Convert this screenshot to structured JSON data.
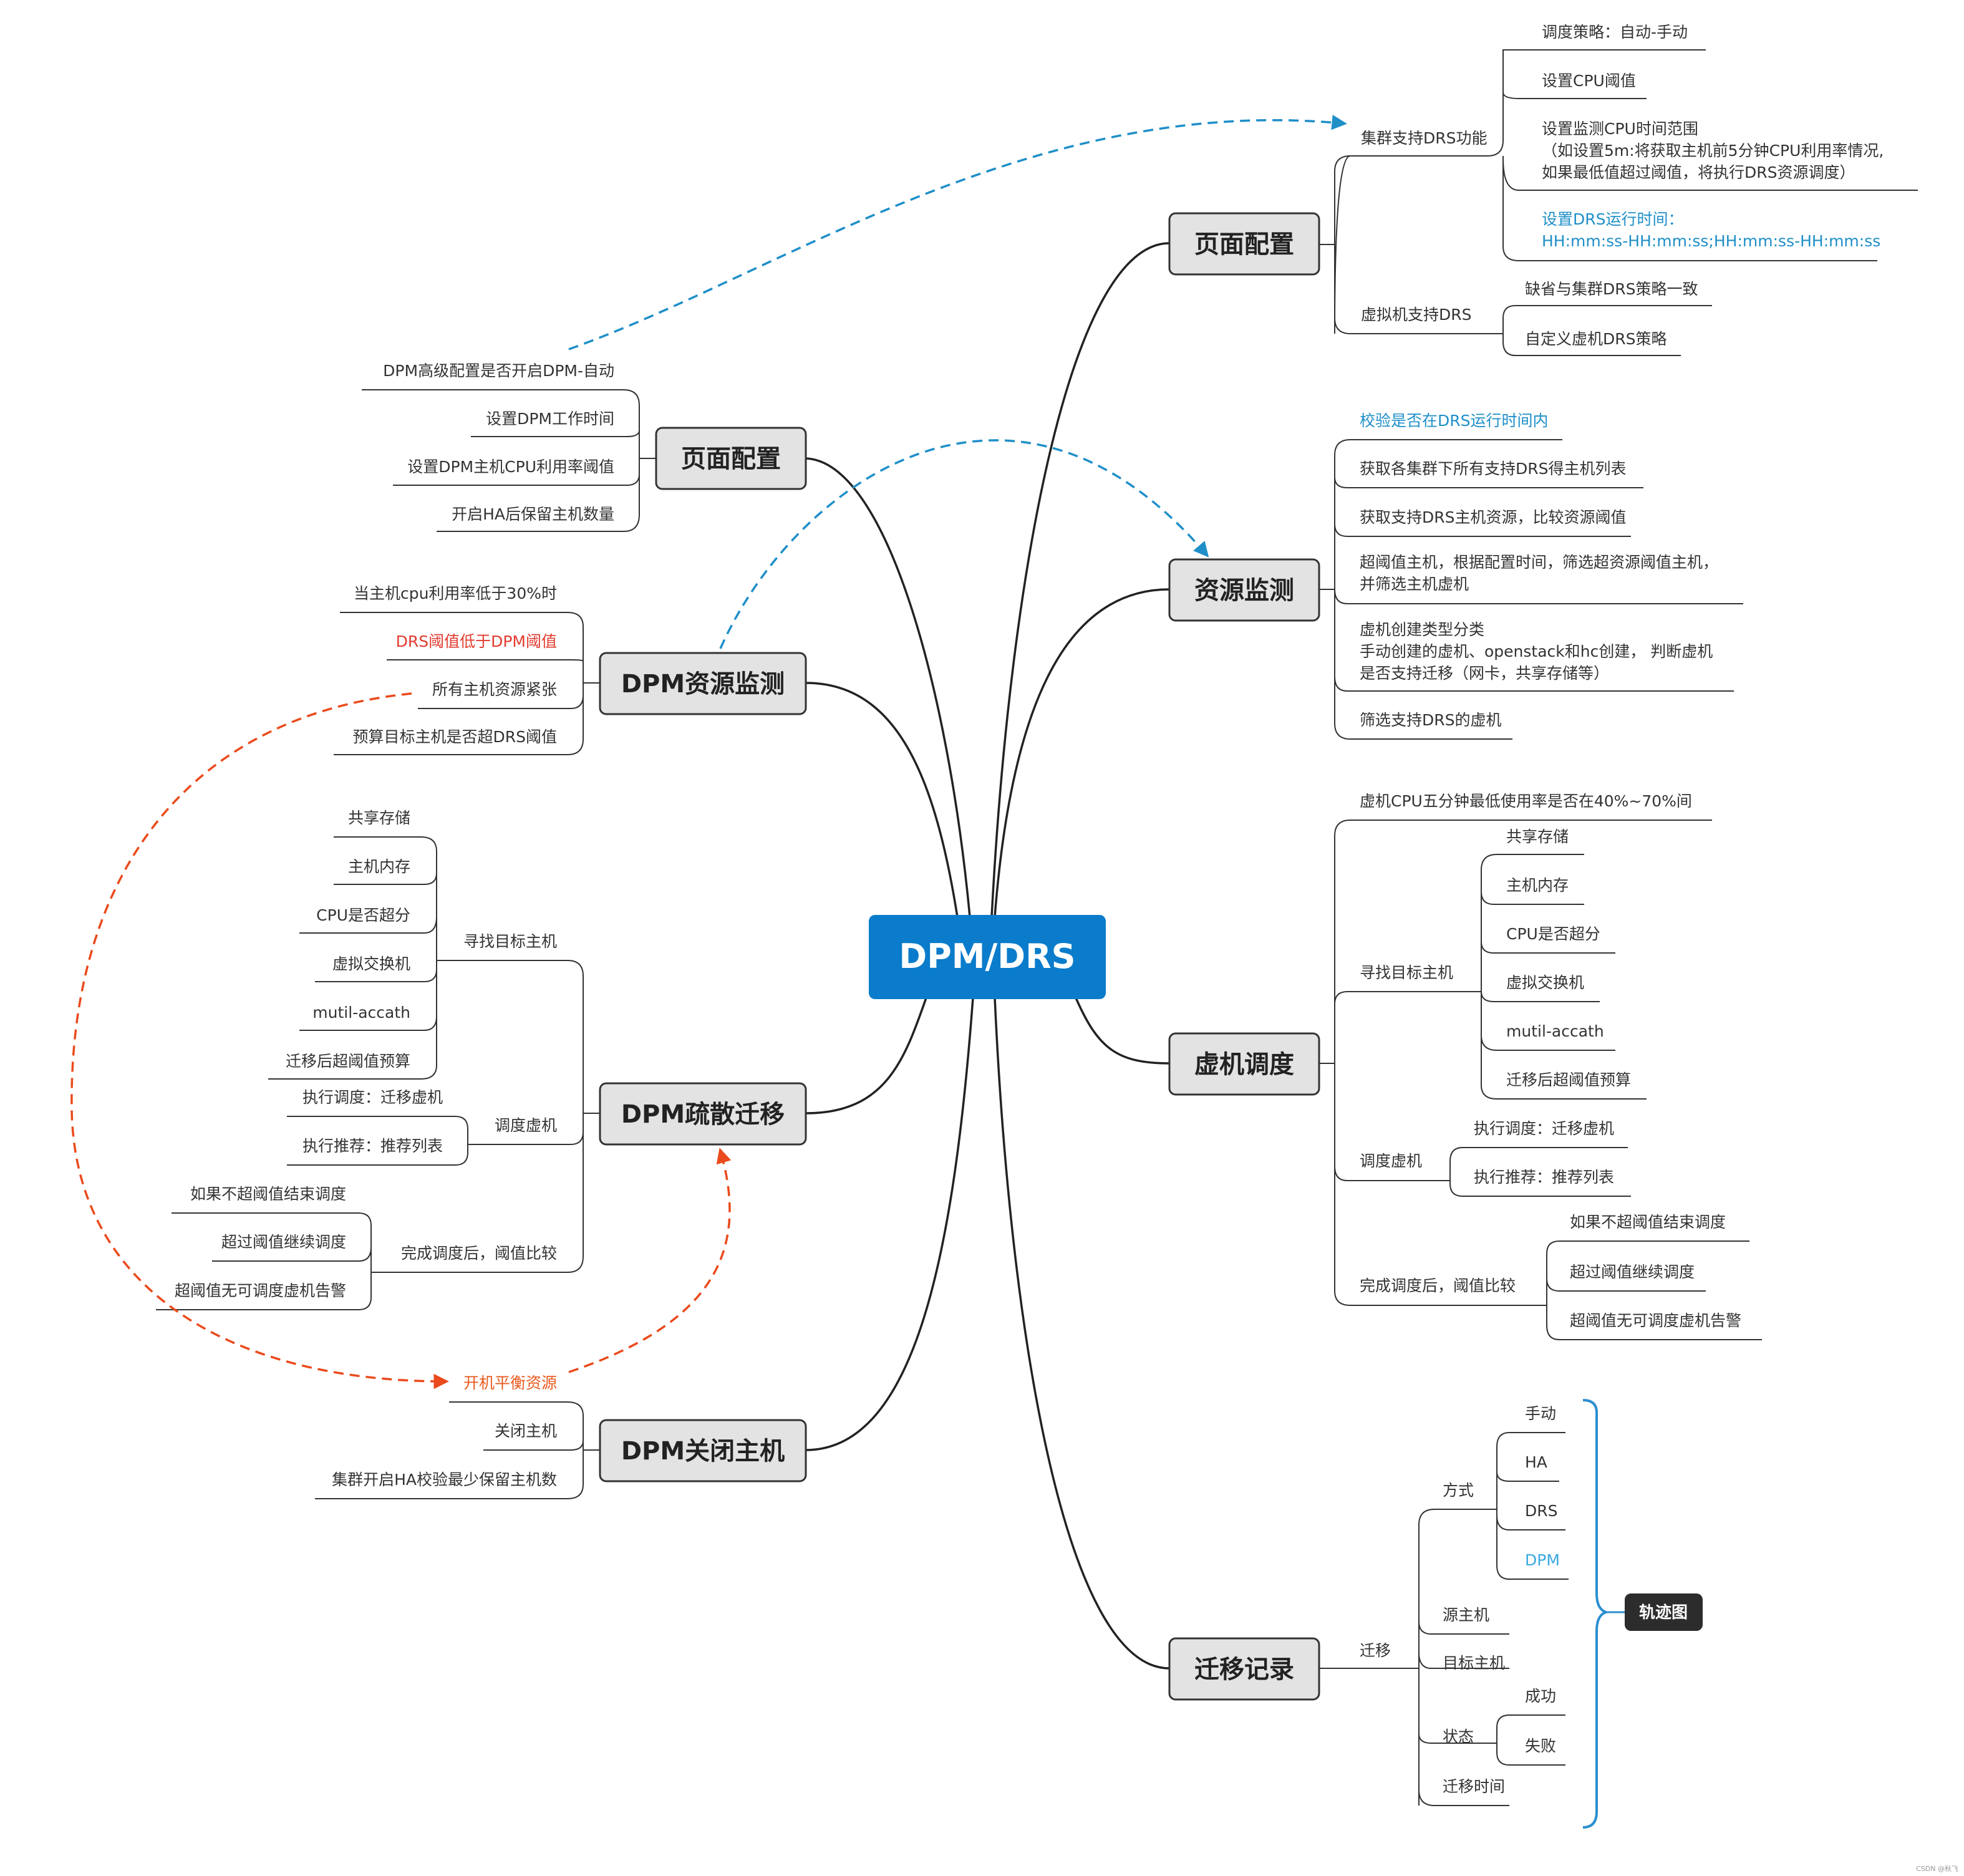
{
  "root": "DPM/DRS",
  "right": {
    "page_config": {
      "title": "页面配置",
      "drs_cluster": {
        "label": "集群支持DRS功能",
        "items": [
          "调度策略：自动-手动",
          "设置CPU阈值",
          "设置监测CPU时间范围",
          "（如设置5m:将获取主机前5分钟CPU利用率情况,",
          "如果最低值超过阈值，将执行DRS资源调度）",
          "设置DRS运行时间：",
          "HH:mm:ss-HH:mm:ss;HH:mm:ss-HH:mm:ss"
        ]
      },
      "vm_drs": {
        "label": "虚拟机支持DRS",
        "items": [
          "缺省与集群DRS策略一致",
          "自定义虚机DRS策略"
        ]
      }
    },
    "resource_monitor": {
      "title": "资源监测",
      "items": [
        "校验是否在DRS运行时间内",
        "获取各集群下所有支持DRS得主机列表",
        "获取支持DRS主机资源，比较资源阈值",
        "超阈值主机，根据配置时间，筛选超资源阈值主机，",
        "并筛选主机虚机",
        "虚机创建类型分类",
        "手动创建的虚机、openstack和hc创建， 判断虚机",
        "是否支持迁移（网卡，共享存储等）",
        "筛选支持DRS的虚机"
      ]
    },
    "vm_schedule": {
      "title": "虚机调度",
      "cpu_check": "虚机CPU五分钟最低使用率是否在40%~70%间",
      "find_host": {
        "label": "寻找目标主机",
        "items": [
          "共享存储",
          "主机内存",
          "CPU是否超分",
          "虚拟交换机",
          "mutil-accath",
          "迁移后超阈值预算"
        ]
      },
      "schedule_vm": {
        "label": "调度虚机",
        "items": [
          "执行调度：迁移虚机",
          "执行推荐：推荐列表"
        ]
      },
      "after_compare": {
        "label": "完成调度后，阈值比较",
        "items": [
          "如果不超阈值结束调度",
          "超过阈值继续调度",
          "超阈值无可调度虚机告警"
        ]
      }
    },
    "migration_log": {
      "title": "迁移记录",
      "migrate": "迁移",
      "method": {
        "label": "方式",
        "items": [
          "手动",
          "HA",
          "DRS",
          "DPM"
        ]
      },
      "source": "源主机",
      "target": "目标主机",
      "status": {
        "label": "状态",
        "items": [
          "成功",
          "失败"
        ]
      },
      "time": "迁移时间",
      "track": "轨迹图"
    }
  },
  "left": {
    "page_config": {
      "title": "页面配置",
      "items": [
        "DPM高级配置是否开启DPM-自动",
        "设置DPM工作时间",
        "设置DPM主机CPU利用率阈值",
        "开启HA后保留主机数量"
      ]
    },
    "dpm_monitor": {
      "title": "DPM资源监测",
      "items": [
        "当主机cpu利用率低于30%时",
        "DRS阈值低于DPM阈值",
        "所有主机资源紧张",
        "预算目标主机是否超DRS阈值"
      ]
    },
    "dpm_evacuate": {
      "title": "DPM疏散迁移",
      "find_host": {
        "label": "寻找目标主机",
        "items": [
          "共享存储",
          "主机内存",
          "CPU是否超分",
          "虚拟交换机",
          "mutil-accath",
          "迁移后超阈值预算"
        ]
      },
      "schedule_vm": {
        "label": "调度虚机",
        "items": [
          "执行调度：迁移虚机",
          "执行推荐：推荐列表"
        ]
      },
      "after_compare": {
        "label": "完成调度后，阈值比较",
        "items": [
          "如果不超阈值结束调度",
          "超过阈值继续调度",
          "超阈值无可调度虚机告警"
        ]
      }
    },
    "dpm_shutdown": {
      "title": "DPM关闭主机",
      "items": [
        "开机平衡资源",
        "关闭主机",
        "集群开启HA校验最少保留主机数"
      ]
    }
  },
  "watermark": "CSDN @秋飞",
  "colors": {
    "root_fill": "#0a7ccb",
    "box_fill": "#e3e3e3",
    "line": "#222222",
    "link_blue": "#1f8fc8",
    "link_orange": "#ea4a1c",
    "track_fill": "#2c2c2c",
    "bracket": "#2b8fd0"
  }
}
